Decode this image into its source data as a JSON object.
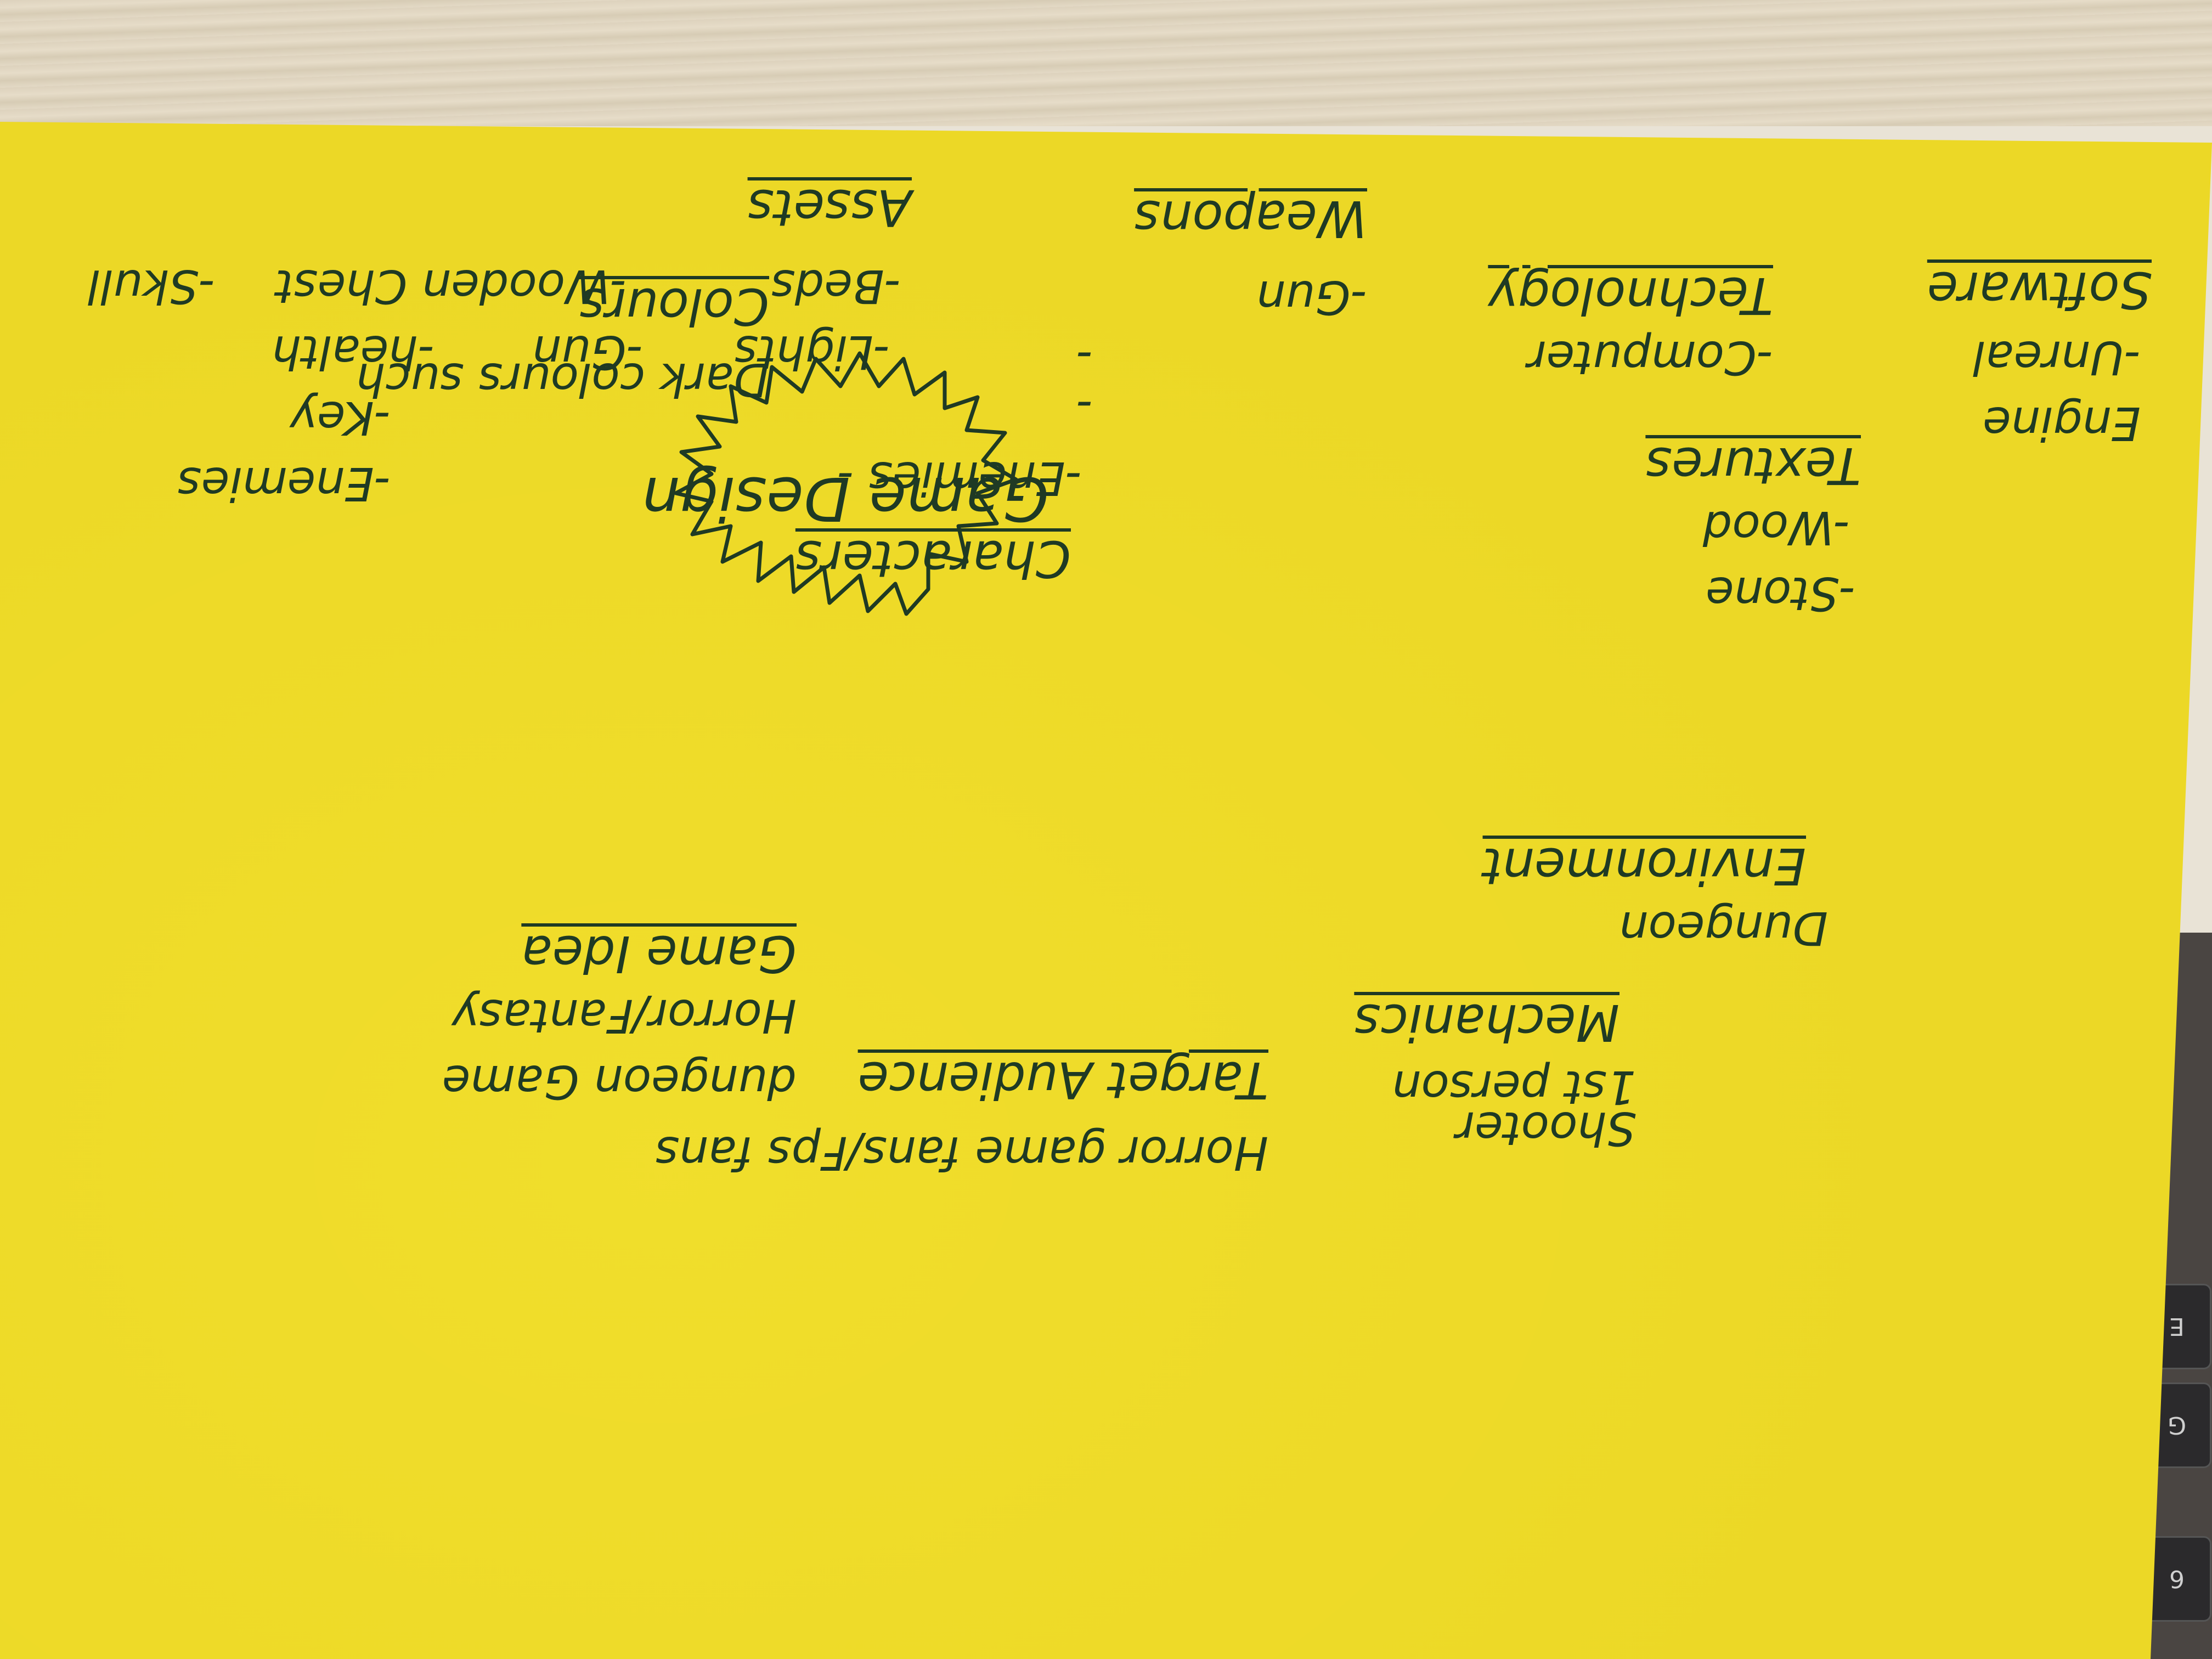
{
  "photo": {
    "paper_color": "#ecd826",
    "ink_color": "#1f3a24",
    "orientation": "upside-down"
  },
  "keyboard": {
    "keys": [
      "G",
      "6",
      "E"
    ]
  },
  "mindmap": {
    "center": "Game Design",
    "branches": [
      {
        "title": "Mechanics",
        "items": [
          "1st person",
          "Shooter"
        ]
      },
      {
        "title": "Target Audience",
        "items": [
          "Horror game fans/Fps fans"
        ]
      },
      {
        "title": "Game Idea",
        "items": [
          "Horror/Fantasy",
          "dungeon Game"
        ]
      },
      {
        "title": "Environment",
        "items": [
          "Dungeon"
        ]
      },
      {
        "title": "Textures",
        "items": [
          "-Wood",
          "-Stone"
        ]
      },
      {
        "title": "Colours",
        "items": [
          "Dark colours such"
        ]
      },
      {
        "title": "Software",
        "items": [
          "-Unreal",
          "Engine"
        ]
      },
      {
        "title": "Technology",
        "items": [
          "-Computer"
        ]
      },
      {
        "title": "Weapons",
        "items": [
          "-Gun"
        ]
      },
      {
        "title": "Assets",
        "items": [
          "-Beds",
          "-Wooden Chest",
          "-Skull",
          "-Lights",
          "-Gun",
          "-health",
          "-Key",
          "-Enemies"
        ]
      },
      {
        "title": "Characters",
        "items": [
          "-Enemies -",
          "-",
          "-"
        ]
      }
    ]
  }
}
